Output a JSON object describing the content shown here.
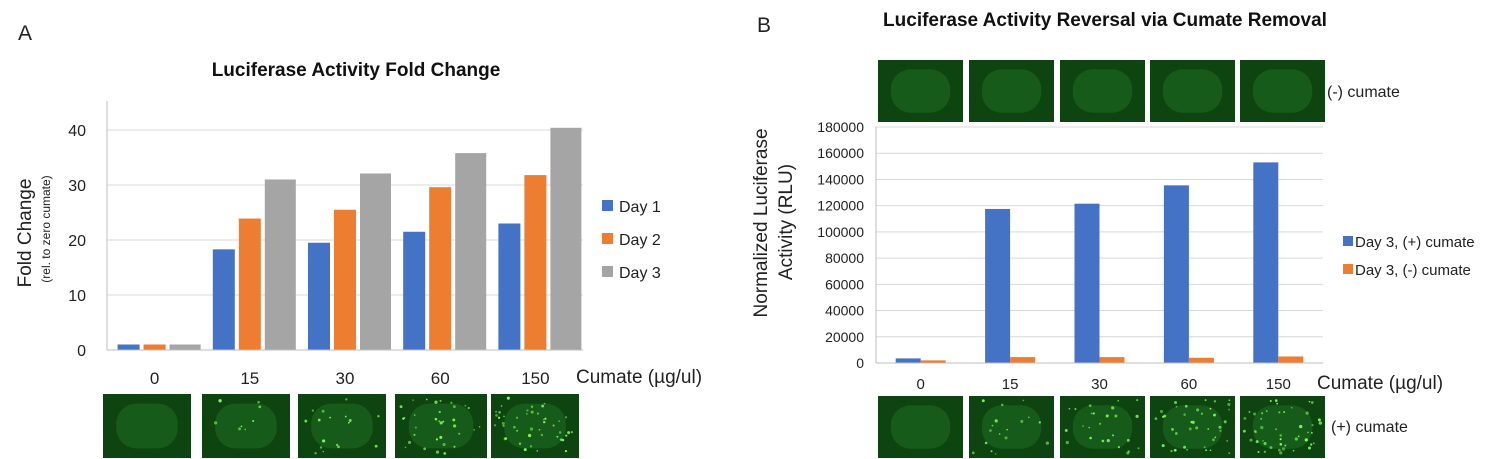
{
  "panels": {
    "a": {
      "letter": "A"
    },
    "b": {
      "letter": "B"
    }
  },
  "colors": {
    "blue": "#4472C4",
    "orange": "#ED7D31",
    "gray": "#A5A5A5",
    "grid": "#D9D9D9",
    "micro_dark": "#0d4410",
    "micro_light": "#1f6f22",
    "micro_dot": "#7CFF5A"
  },
  "images": {
    "a_bottom_count": 5,
    "b_top_label": "(-) cumate",
    "b_bottom_label": "(+) cumate",
    "a_fluorescence": [
      0.0,
      0.15,
      0.3,
      0.6,
      0.8
    ],
    "b_top_fluorescence": [
      0.0,
      0.0,
      0.0,
      0.0,
      0.0
    ],
    "b_bottom_fluorescence": [
      0.0,
      0.3,
      0.45,
      0.7,
      0.85
    ]
  },
  "chart_data": [
    {
      "type": "bar",
      "title": "Luciferase Activity Fold Change",
      "ylabel": "Fold Change",
      "ylabel_sub": "(rel. to zero cumate)",
      "xlabel": "Cumate (µg/ul)",
      "categories": [
        "0",
        "15",
        "30",
        "60",
        "150"
      ],
      "ylim": [
        0,
        45
      ],
      "yticks": [
        0,
        10,
        20,
        30,
        40
      ],
      "grid": true,
      "legend_position": "right",
      "series": [
        {
          "name": "Day 1",
          "color": "#4472C4",
          "values": [
            1,
            18.3,
            19.5,
            21.5,
            23
          ]
        },
        {
          "name": "Day 2",
          "color": "#ED7D31",
          "values": [
            1,
            23.9,
            25.5,
            29.6,
            31.8
          ]
        },
        {
          "name": "Day 3",
          "color": "#A5A5A5",
          "values": [
            1,
            31,
            32.1,
            35.8,
            40.4
          ]
        }
      ]
    },
    {
      "type": "bar",
      "title": "Luciferase Activity Reversal via Cumate Removal",
      "ylabel": "Normalized Luciferase Activity (RLU)",
      "ylabel_line1": "Normalized Luciferase",
      "ylabel_line2": "Activity (RLU)",
      "xlabel": "Cumate (µg/ul)",
      "categories": [
        "0",
        "15",
        "30",
        "60",
        "150"
      ],
      "ylim": [
        0,
        180000
      ],
      "yticks": [
        0,
        20000,
        40000,
        60000,
        80000,
        100000,
        120000,
        140000,
        160000,
        180000
      ],
      "grid": true,
      "legend_position": "right",
      "series": [
        {
          "name": "Day 3, (+) cumate",
          "color": "#4472C4",
          "values": [
            3500,
            117500,
            121500,
            135500,
            153000
          ]
        },
        {
          "name": "Day 3, (-) cumate",
          "color": "#ED7D31",
          "values": [
            2000,
            4500,
            4500,
            4000,
            5000
          ]
        }
      ]
    }
  ]
}
